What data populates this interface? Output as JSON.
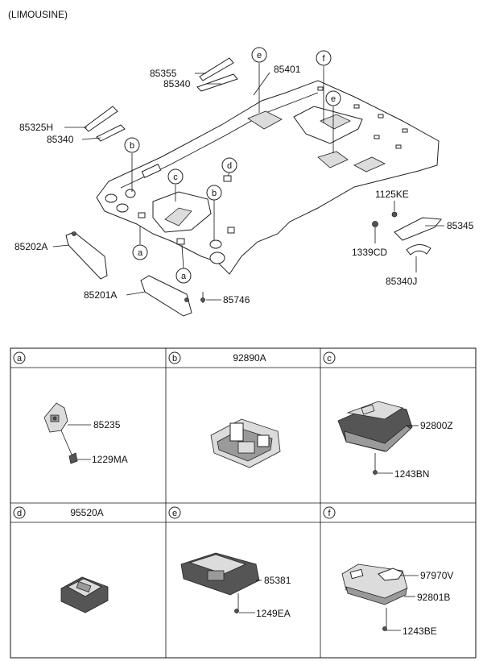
{
  "title": "(LIMOUSINE)",
  "main_labels": {
    "p85355": "85355",
    "p85340_top": "85340",
    "p85401": "85401",
    "p85325H": "85325H",
    "p85340_left": "85340",
    "p1125KE": "1125KE",
    "p85345": "85345",
    "p1339CD": "1339CD",
    "p85340J": "85340J",
    "p85202A": "85202A",
    "p85201A": "85201A",
    "p85746": "85746"
  },
  "callouts": {
    "e1": "e",
    "f1": "f",
    "e2": "e",
    "b1": "b",
    "c1": "c",
    "d1": "d",
    "b2": "b",
    "a1": "a",
    "a2": "a"
  },
  "table": {
    "headers": [
      {
        "letter": "a",
        "part": ""
      },
      {
        "letter": "b",
        "part": "92890A"
      },
      {
        "letter": "c",
        "part": ""
      },
      {
        "letter": "d",
        "part": "95520A"
      },
      {
        "letter": "e",
        "part": ""
      },
      {
        "letter": "f",
        "part": ""
      }
    ],
    "cells": {
      "a": [
        "85235",
        "1229MA"
      ],
      "c": [
        "92800Z",
        "1243BN"
      ],
      "e": [
        "85381",
        "1249EA"
      ],
      "f": [
        "97970V",
        "92801B",
        "1243BE"
      ]
    }
  }
}
